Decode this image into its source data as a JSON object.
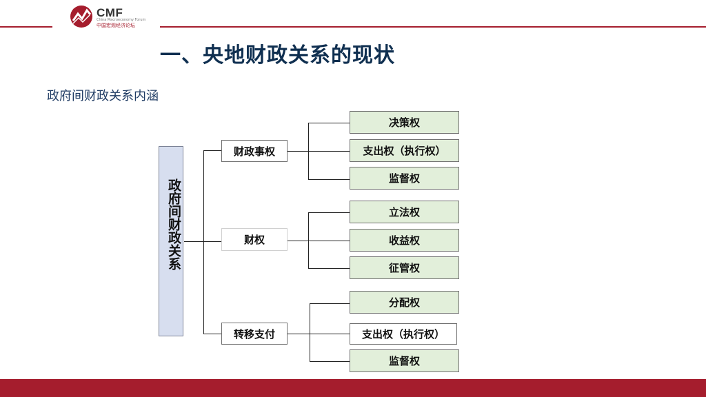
{
  "logo": {
    "name": "CMF",
    "subline": "China Macroeconomy Forum",
    "cn_name": "中国宏观经济论坛",
    "accent": "#a51d2d"
  },
  "title": "一、央地财政关系的现状",
  "subtitle": "政府间财政关系内涵",
  "diagram": {
    "root": "政府间财政关系",
    "groups": [
      {
        "label": "财政事权",
        "children": [
          "决策权",
          "支出权（执行权）",
          "监督权"
        ]
      },
      {
        "label": "财权",
        "children": [
          "立法权",
          "收益权",
          "征管权"
        ]
      },
      {
        "label": "转移支付",
        "children": [
          "分配权",
          "支出权（执行权）",
          "监督权"
        ]
      }
    ]
  },
  "colors": {
    "title": "#0f2f50",
    "leaf_fill": "#e2efda",
    "root_fill": "#d7deef",
    "brand_red": "#a51d2d"
  }
}
